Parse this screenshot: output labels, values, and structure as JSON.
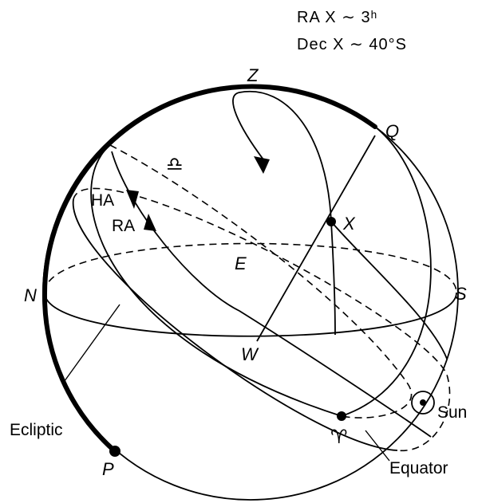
{
  "notes": {
    "ra_line": "RA X  ∼  3ʰ",
    "dec_line": "Dec X ∼  40°S"
  },
  "labels": {
    "zenith": "Z",
    "equator_pole_point": "Q",
    "north": "N",
    "south": "S",
    "west": "W",
    "east": "E",
    "pole": "P",
    "star": "X",
    "libra_symbol": "♎",
    "aries_symbol": "♈",
    "hour_angle": "HA",
    "right_ascension": "RA",
    "ecliptic": "Ecliptic",
    "equator": "Equator",
    "sun": "Sun"
  }
}
